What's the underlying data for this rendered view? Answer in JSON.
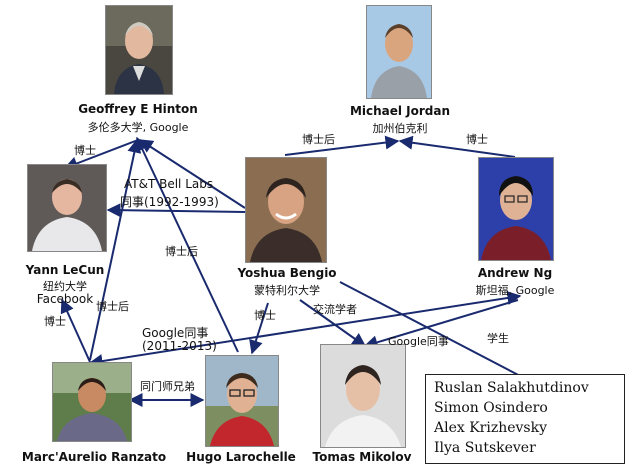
{
  "people": {
    "hinton": {
      "name": "Geoffrey E Hinton",
      "affiliation": "多伦多大学, Google"
    },
    "jordan": {
      "name": "Michael Jordan",
      "affiliation": "加州伯克利"
    },
    "lecun": {
      "name": "Yann LeCun",
      "affiliation_1": "纽约大学",
      "affiliation_2": "Facebook"
    },
    "bengio": {
      "name": "Yoshua Bengio",
      "affiliation": "蒙特利尔大学"
    },
    "ng": {
      "name": "Andrew Ng",
      "affiliation": "斯坦福, Google"
    },
    "ranzato": {
      "name": "Marc'Aurelio Ranzato"
    },
    "larochelle": {
      "name": "Hugo Larochelle"
    },
    "mikolov": {
      "name": "Tomas Mikolov"
    }
  },
  "edge_labels": {
    "hinton_lecun_postdoc": "博士",
    "att_bell_labs": "AT&T Bell Labs",
    "colleague_years": "同事(1992-1993)",
    "bengio_jordan_postdoc": "博士后",
    "ng_jordan_phd": "博士",
    "hinton_larochelle_postdoc": "博士后",
    "hinton_ranzato_postdoc": "博士后",
    "lecun_ranzato_phd": "博士",
    "google_colleague": "Google同事",
    "google_years": "(2011-2013)",
    "schoolmates": "同门师兄弟",
    "bengio_larochelle_phd": "博士",
    "exchange_student": "交流学者",
    "ng_mikolov_google": "Google同事",
    "students": "学生"
  },
  "students_box": [
    "Ruslan Salakhutdinov",
    "Simon Osindero",
    "Alex Krizhevsky",
    "Ilya Sutskever"
  ],
  "colors": {
    "edge": "#1a2a6e",
    "background": "#ffffff",
    "text": "#111111"
  }
}
